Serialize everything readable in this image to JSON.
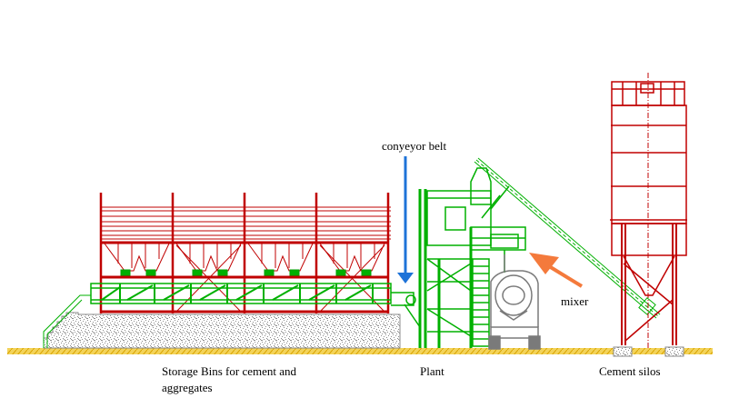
{
  "diagram": {
    "title": "Concrete batching plant side elevation",
    "labels": {
      "conveyor_belt": "conyeyor belt",
      "mixer": "mixer",
      "storage_bins_line1": "Storage Bins for cement and",
      "storage_bins_line2": "aggregates",
      "plant": "Plant",
      "cement_silos": "Cement silos"
    },
    "components": [
      {
        "id": "storage-bins",
        "name": "Storage Bins for cement and aggregates",
        "bin_count": 4,
        "color": "#c00000"
      },
      {
        "id": "storage-conveyor-frame",
        "name": "Collecting conveyor frame",
        "color": "#00b000"
      },
      {
        "id": "plant",
        "name": "Plant",
        "color": "#00b000"
      },
      {
        "id": "mixer-truck",
        "name": "Mixer truck",
        "color": "#808080"
      },
      {
        "id": "cement-silo",
        "name": "Cement silos",
        "color": "#c00000"
      },
      {
        "id": "screw-conveyor",
        "name": "Inclined screw conveyor",
        "color": "#00b000"
      }
    ],
    "pointers": [
      {
        "target": "conveyor belt",
        "color": "#1e73d8",
        "direction": "down"
      },
      {
        "target": "mixer",
        "color": "#f47a3c",
        "direction": "up-left"
      }
    ],
    "colors": {
      "structure_red": "#c00000",
      "structure_green": "#00b000",
      "ground_yellow": "#e8c22a",
      "gravel_gray": "#8a8a8a",
      "truck_gray": "#7a7a7a",
      "arrow_blue": "#1e73d8",
      "arrow_orange": "#f47a3c"
    }
  }
}
